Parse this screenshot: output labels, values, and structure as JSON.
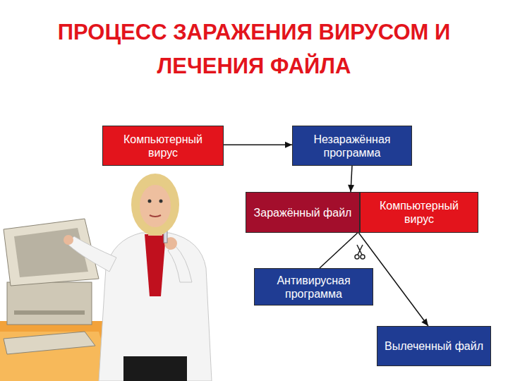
{
  "diagram": {
    "title": "ПРОЦЕСС ЗАРАЖЕНИЯ ВИРУСОМ И ЛЕЧЕНИЯ ФАЙЛА",
    "nodes": [
      {
        "text": [
          "Компьютерный вирус"
        ]
      },
      {
        "text": [
          "Незаражённая программа"
        ]
      },
      {
        "text": [
          "Заражённый файл"
        ]
      },
      {
        "text": [
          "Компьютерный вирус"
        ]
      },
      {
        "text": [
          "Антивирусная программа"
        ]
      },
      {
        "text": [
          "Вылеченный файл"
        ]
      }
    ],
    "edges": [
      {
        "from": 0,
        "to": 1,
        "arrow": "to"
      },
      {
        "from": 1,
        "to": 2,
        "arrow": "to"
      },
      {
        "from": 4,
        "to": 2,
        "arrow": "none"
      },
      {
        "from": 2,
        "to": 5,
        "arrow": "to"
      }
    ]
  }
}
